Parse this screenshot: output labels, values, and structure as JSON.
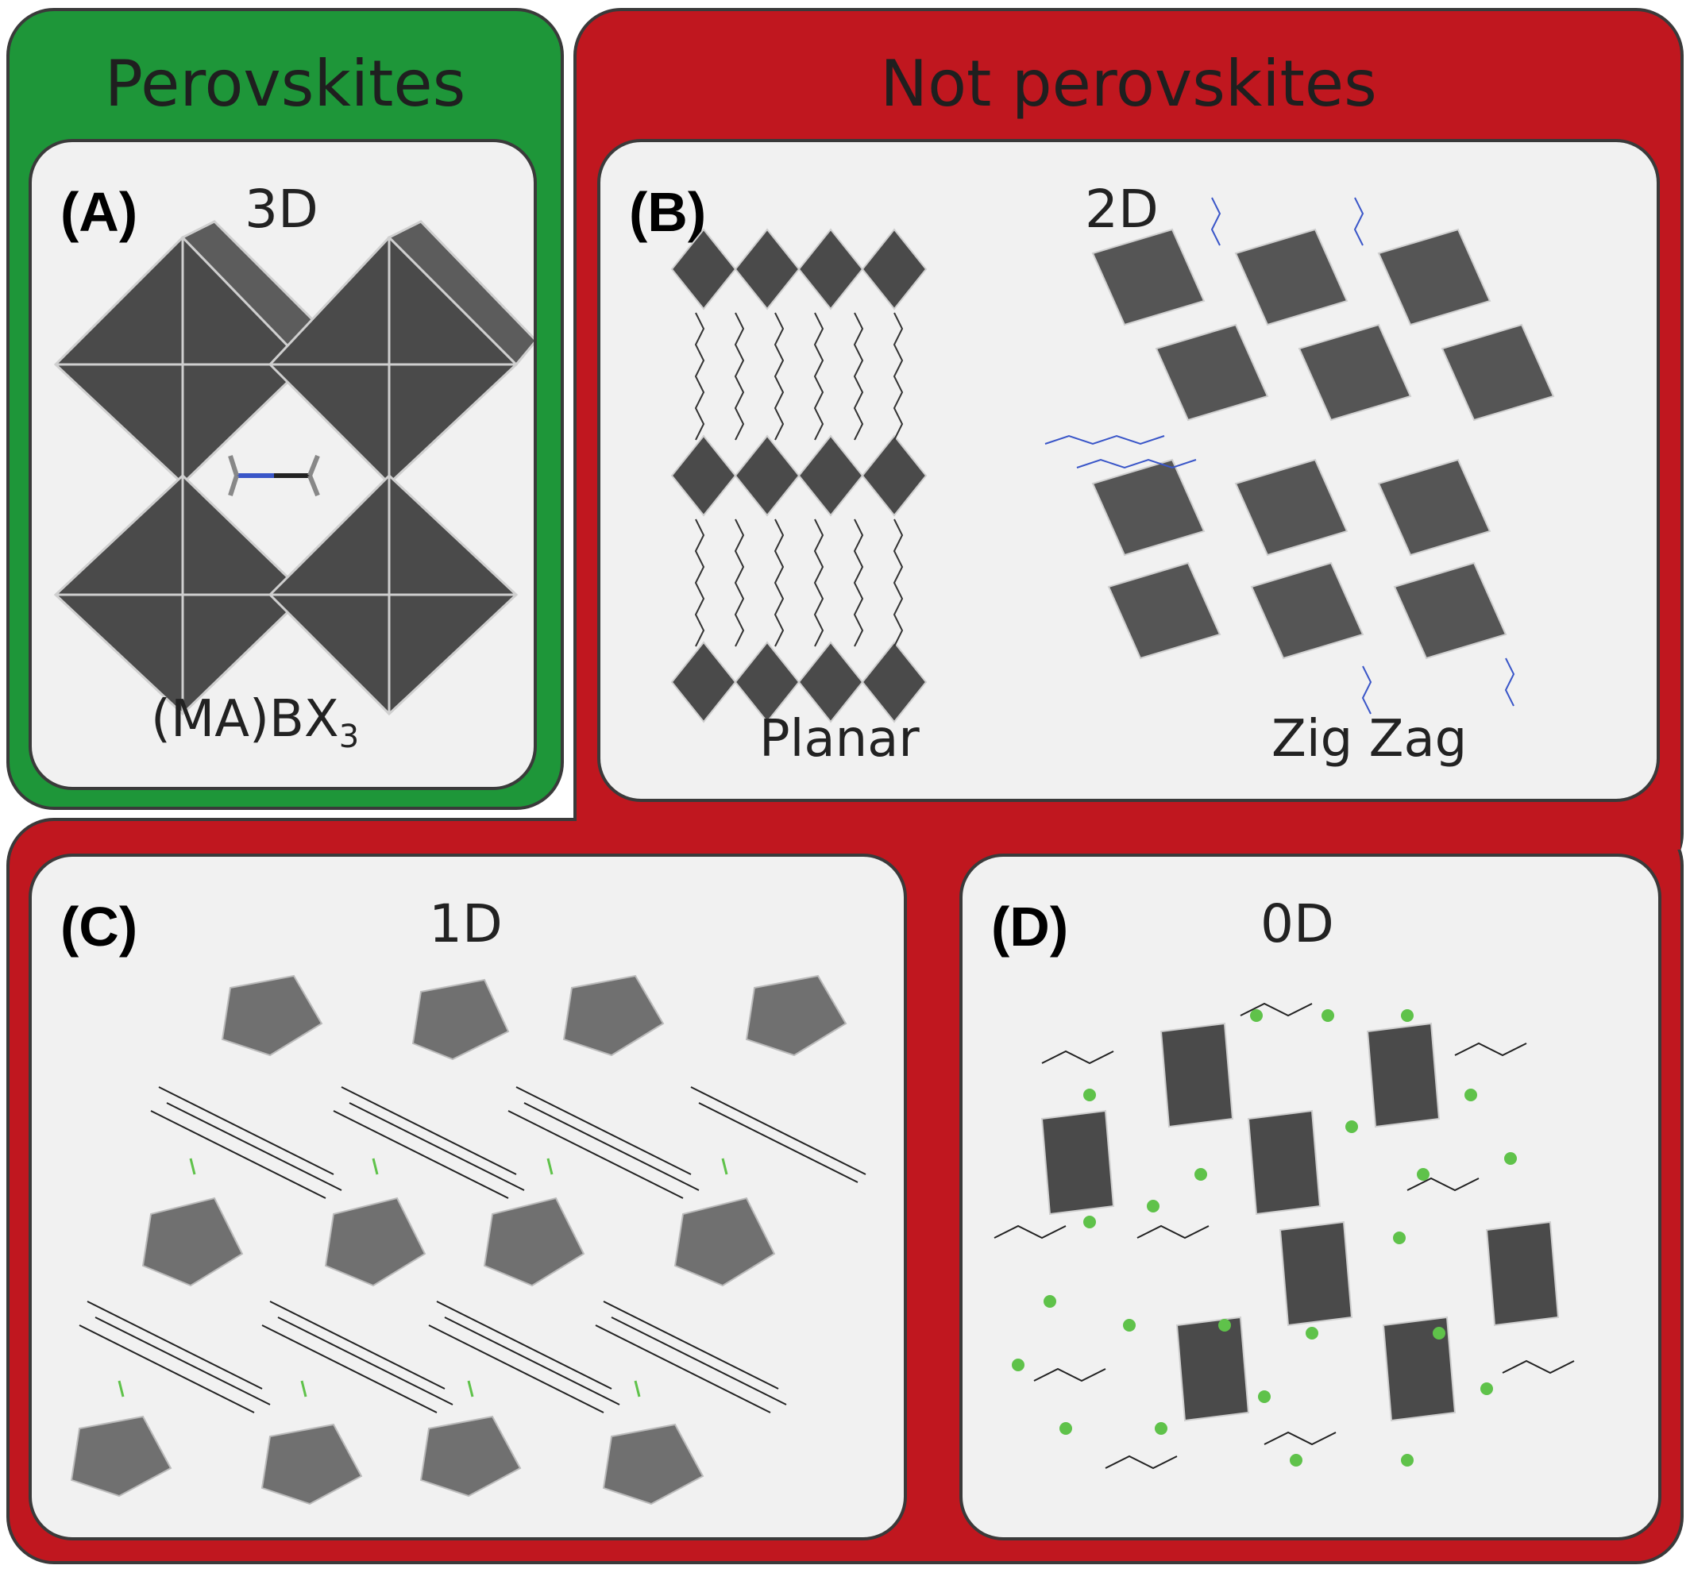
{
  "colors": {
    "perovskite_group": "#1e9639",
    "non_perovskite_group": "#c0171f",
    "panel_bg": "#f1f1f1",
    "octahedron": "#4d4d4d",
    "nitrogen": "#3a56c8",
    "halide": "#5fc24a"
  },
  "groups": {
    "perovskites": {
      "title": "Perovskites"
    },
    "not_perovskites": {
      "title": "Not perovskites"
    }
  },
  "panels": {
    "a": {
      "label": "(A)",
      "dimension": "3D",
      "formula": "(MA)BX",
      "formula_sub": "3"
    },
    "b": {
      "label": "(B)",
      "dimension": "2D",
      "left_caption": "Planar",
      "right_caption": "Zig Zag"
    },
    "c": {
      "label": "(C)",
      "dimension": "1D"
    },
    "d": {
      "label": "(D)",
      "dimension": "0D"
    }
  }
}
